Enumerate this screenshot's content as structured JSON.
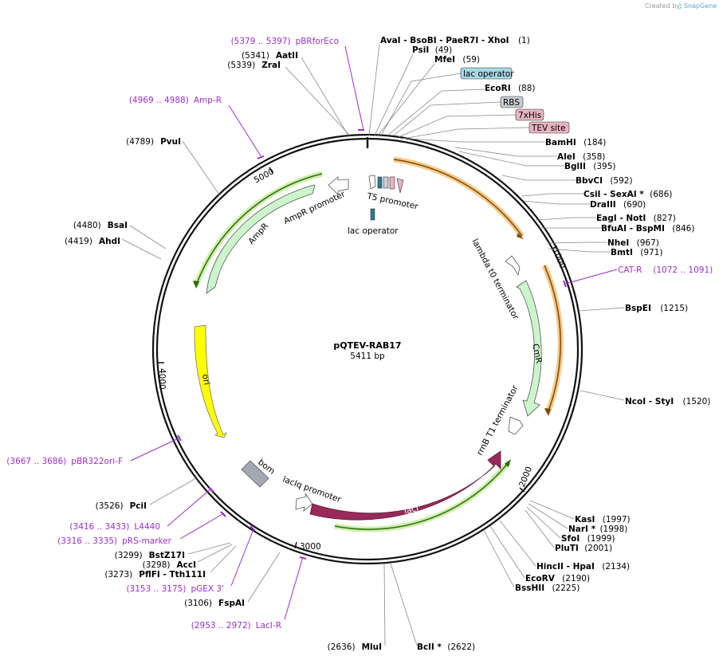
{
  "credit": "Created by",
  "brand": "SnapGene",
  "plasmid": {
    "name": "pQTEV-RAB17",
    "length": "5411 bp"
  },
  "ticks": [
    "1000",
    "2000",
    "3000",
    "4000",
    "5000"
  ],
  "sites": [
    {
      "text": "AvaI   - BsoBI   - PaeR7I   - XhoI",
      "pos": "(1)"
    },
    {
      "text": "PsiI",
      "pos": "(49)"
    },
    {
      "text": "MfeI",
      "pos": "(59)"
    },
    {
      "text": "EcoRI",
      "pos": "(88)"
    },
    {
      "text": "BamHI",
      "pos": "(184)"
    },
    {
      "text": "AleI",
      "pos": "(358)"
    },
    {
      "text": "BglII",
      "pos": "(395)"
    },
    {
      "text": "BbvCI",
      "pos": "(592)"
    },
    {
      "text": "CsiI   - SexAI *",
      "pos": "(686)"
    },
    {
      "text": "DraIII",
      "pos": "(690)"
    },
    {
      "text": "EagI   - NotI",
      "pos": "(827)"
    },
    {
      "text": "BfuAI   - BspMI",
      "pos": "(846)"
    },
    {
      "text": "NheI",
      "pos": "(967)"
    },
    {
      "text": "BmtI",
      "pos": "(971)"
    },
    {
      "text": "BspEI",
      "pos": "(1215)"
    },
    {
      "text": "NcoI   - StyI",
      "pos": "(1520)"
    },
    {
      "text": "KasI",
      "pos": "(1997)"
    },
    {
      "text": "NarI *",
      "pos": "(1998)"
    },
    {
      "text": "SfoI",
      "pos": "(1999)"
    },
    {
      "text": "PluTI",
      "pos": "(2001)"
    },
    {
      "text": "HincII   - HpaI",
      "pos": "(2134)"
    },
    {
      "text": "EcoRV",
      "pos": "(2190)"
    },
    {
      "text": "BssHII",
      "pos": "(2225)"
    },
    {
      "text": "BclI *",
      "pos": "(2622)"
    },
    {
      "text": "MluI",
      "pos": "(2636)"
    },
    {
      "text": "FspAI",
      "pos": "(3106)"
    },
    {
      "text": "PflFI   - Tth111I",
      "pos": "(3273)"
    },
    {
      "text": "AccI",
      "pos": "(3298)"
    },
    {
      "text": "BstZ17I",
      "pos": "(3299)"
    },
    {
      "text": "PciI",
      "pos": "(3526)"
    },
    {
      "text": "AhdI",
      "pos": "(4419)"
    },
    {
      "text": "BsaI",
      "pos": "(4480)"
    },
    {
      "text": "PvuI",
      "pos": "(4789)"
    },
    {
      "text": "ZraI",
      "pos": "(5339)"
    },
    {
      "text": "AatII",
      "pos": "(5341)"
    }
  ],
  "primers": [
    {
      "name": "pBRforEco",
      "range": "(5379 .. 5397)"
    },
    {
      "name": "Amp-R",
      "range": "(4969 .. 4988)"
    },
    {
      "name": "CAT-R",
      "range": "(1072 .. 1091)"
    },
    {
      "name": "pBR322ori-F",
      "range": "(3667 .. 3686)"
    },
    {
      "name": "L4440",
      "range": "(3416 .. 3433)"
    },
    {
      "name": "pRS-marker",
      "range": "(3316 .. 3335)"
    },
    {
      "name": "pGEX 3'",
      "range": "(3153 .. 3175)"
    },
    {
      "name": "LacI-R",
      "range": "(2953 .. 2972)"
    }
  ],
  "tagged_features": [
    {
      "label": "lac operator",
      "color": "#a9d6e5"
    },
    {
      "label": "RBS",
      "color": "#c8cdd2"
    },
    {
      "label": "7xHis",
      "color": "#e8b4c2"
    },
    {
      "label": "TEV site",
      "color": "#e8b4c2"
    }
  ],
  "features": [
    {
      "label": "T5 promoter"
    },
    {
      "label": "lac operator"
    },
    {
      "label": "lambda t0 terminator"
    },
    {
      "label": "CmR",
      "color": "#ccf5cc"
    },
    {
      "label": "rrnB T1 terminator"
    },
    {
      "label": "lacI",
      "color": "#992a5b"
    },
    {
      "label": "lacIq promoter"
    },
    {
      "label": "bom",
      "color": "#a3a9b0"
    },
    {
      "label": "ori",
      "color": "#ffff00"
    },
    {
      "label": "AmpR",
      "color": "#ccf5cc"
    },
    {
      "label": "AmpR promoter"
    }
  ],
  "colors": {
    "primer": "#9b30c8",
    "orf": "#f5a623",
    "orf_dark": "#7a4a00"
  }
}
